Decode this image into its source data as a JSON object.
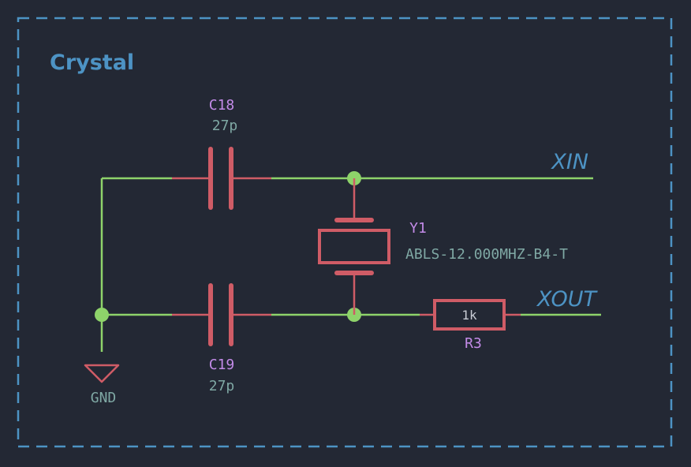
{
  "sheet": {
    "title": "Crystal"
  },
  "colors": {
    "background": "#232834",
    "border": "#4d93c4",
    "wire": "#8ed36a",
    "component": "#cf5c66",
    "reference": "#c38be8",
    "value": "#7fa8a4",
    "net_label": "#4d93c4"
  },
  "components": {
    "c18": {
      "ref": "C18",
      "value": "27p",
      "icon": "capacitor-symbol"
    },
    "c19": {
      "ref": "C19",
      "value": "27p",
      "icon": "capacitor-symbol"
    },
    "y1": {
      "ref": "Y1",
      "value": "ABLS-12.000MHZ-B4-T",
      "icon": "crystal-symbol"
    },
    "r3": {
      "ref": "R3",
      "value": "1k",
      "icon": "resistor-symbol"
    }
  },
  "power": {
    "gnd": {
      "label": "GND",
      "icon": "ground-symbol"
    }
  },
  "nets": {
    "xin": "XIN",
    "xout": "XOUT"
  }
}
